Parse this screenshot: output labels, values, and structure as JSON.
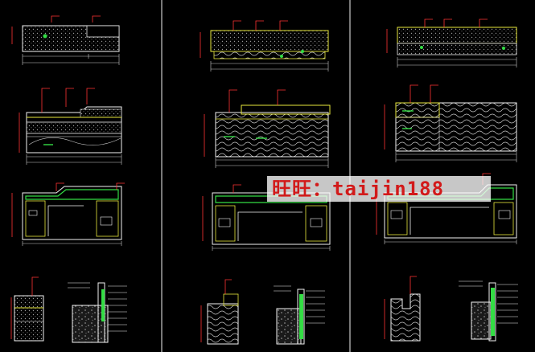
{
  "colors": {
    "background": "#000000",
    "outline": "#f2f2f2",
    "fill_yellow": "#e8e83c",
    "green": "#33dd44",
    "red": "#ff3333",
    "dim": "#cccccc",
    "watermark_text": "#d21a1a"
  },
  "watermark": {
    "text": "旺旺：taijin188"
  },
  "drawing": {
    "columns": 3,
    "views_per_column": 4,
    "view_types": [
      "front-elevation",
      "rear-elevation",
      "plan",
      "section-details"
    ]
  }
}
